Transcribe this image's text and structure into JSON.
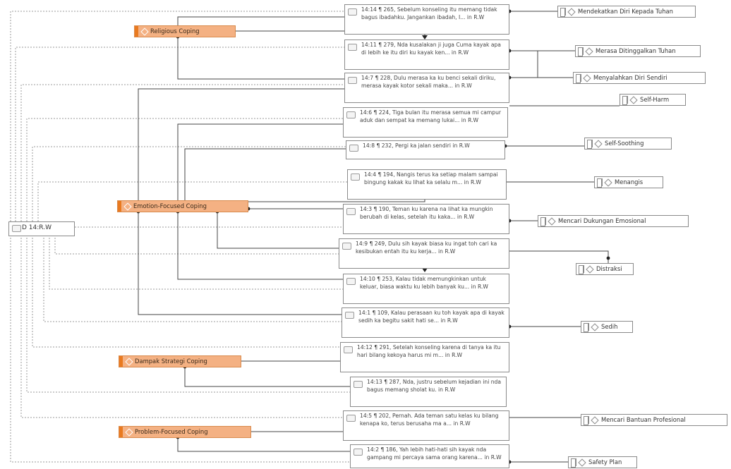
{
  "root": {
    "label": "D 14:R.W"
  },
  "themes": [
    {
      "id": "religious",
      "label": "Religious Coping"
    },
    {
      "id": "emotion",
      "label": "Emotion-Focused Coping"
    },
    {
      "id": "dampak",
      "label": "Dampak Strategi Coping"
    },
    {
      "id": "problem",
      "label": "Problem-Focused Coping"
    }
  ],
  "quotes": [
    {
      "id": "q1",
      "text": "14:14 ¶ 265, Sebelum konseling itu memang tidak bagus ibadahku. Jangankan ibadah, I... in R.W"
    },
    {
      "id": "q2",
      "text": "14:11 ¶ 279, Nda kusalakan ji juga Cuma kayak apa di lebih ke itu diri ku kayak ken... in R.W"
    },
    {
      "id": "q3",
      "text": "14:7 ¶ 228, Dulu merasa ka ku benci sekali diriku, merasa kayak kotor sekali maka... in R.W"
    },
    {
      "id": "q4",
      "text": "14:6 ¶ 224, Tiga bulan itu merasa semua mi campur aduk dan sempat ka memang lukai... in R.W"
    },
    {
      "id": "q5",
      "text": "14:8 ¶ 232, Pergi ka jalan sendiri in R.W"
    },
    {
      "id": "q6",
      "text": "14:4 ¶ 194, Nangis terus ka setiap malam sampai bingung kakak ku lihat ka selalu m... in R.W"
    },
    {
      "id": "q7",
      "text": "14:3 ¶ 190, Teman ku karena na lihat ka mungkin berubah di kelas, setelah itu kaka... in R.W"
    },
    {
      "id": "q8",
      "text": "14:9 ¶ 249, Dulu sih kayak biasa ku ingat toh cari ka kesibukan entah itu ku kerja... in R.W"
    },
    {
      "id": "q9",
      "text": "14:10 ¶ 253, Kalau tidak memungkinkan untuk keluar, biasa waktu ku lebih banyak ku... in R.W"
    },
    {
      "id": "q10",
      "text": "14:1 ¶ 109, Kalau perasaan ku toh kayak apa di kayak sedih ka begitu sakit hati se... in R.W"
    },
    {
      "id": "q11",
      "text": "14:12 ¶ 291, Setelah konseling karena di tanya ka itu hari bilang kekoya harus mi m... in R.W"
    },
    {
      "id": "q12",
      "text": "14:13 ¶ 287, Nda, justru sebelum kejadian ini nda bagus memang sholat ku. in R.W"
    },
    {
      "id": "q13",
      "text": "14:5 ¶ 202, Pernah. Ada teman satu kelas ku bilang kenapa ko, terus berusaha ma a... in R.W"
    },
    {
      "id": "q14",
      "text": "14:2 ¶ 186, Yah lebih hati-hati sih kayak nda gampang mi percaya sama orang karena... in R.W"
    }
  ],
  "codes": [
    {
      "id": "c1",
      "label": "Mendekatkan Diri Kepada Tuhan"
    },
    {
      "id": "c2",
      "label": "Merasa Ditinggalkan Tuhan"
    },
    {
      "id": "c3",
      "label": "Menyalahkan Diri Sendiri"
    },
    {
      "id": "c4",
      "label": "Self-Harm"
    },
    {
      "id": "c5",
      "label": "Self-Soothing"
    },
    {
      "id": "c6",
      "label": "Menangis"
    },
    {
      "id": "c7",
      "label": "Mencari Dukungan Emosional"
    },
    {
      "id": "c8",
      "label": "Distraksi"
    },
    {
      "id": "c9",
      "label": "Sedih"
    },
    {
      "id": "c10",
      "label": "Mencari Bantuan Profesional"
    },
    {
      "id": "c11",
      "label": "Safety Plan"
    }
  ],
  "colors": {
    "theme_fill": "#f4b183",
    "theme_accent": "#e97a20",
    "link": "#444444",
    "doc_link": "#9a9a9a"
  }
}
